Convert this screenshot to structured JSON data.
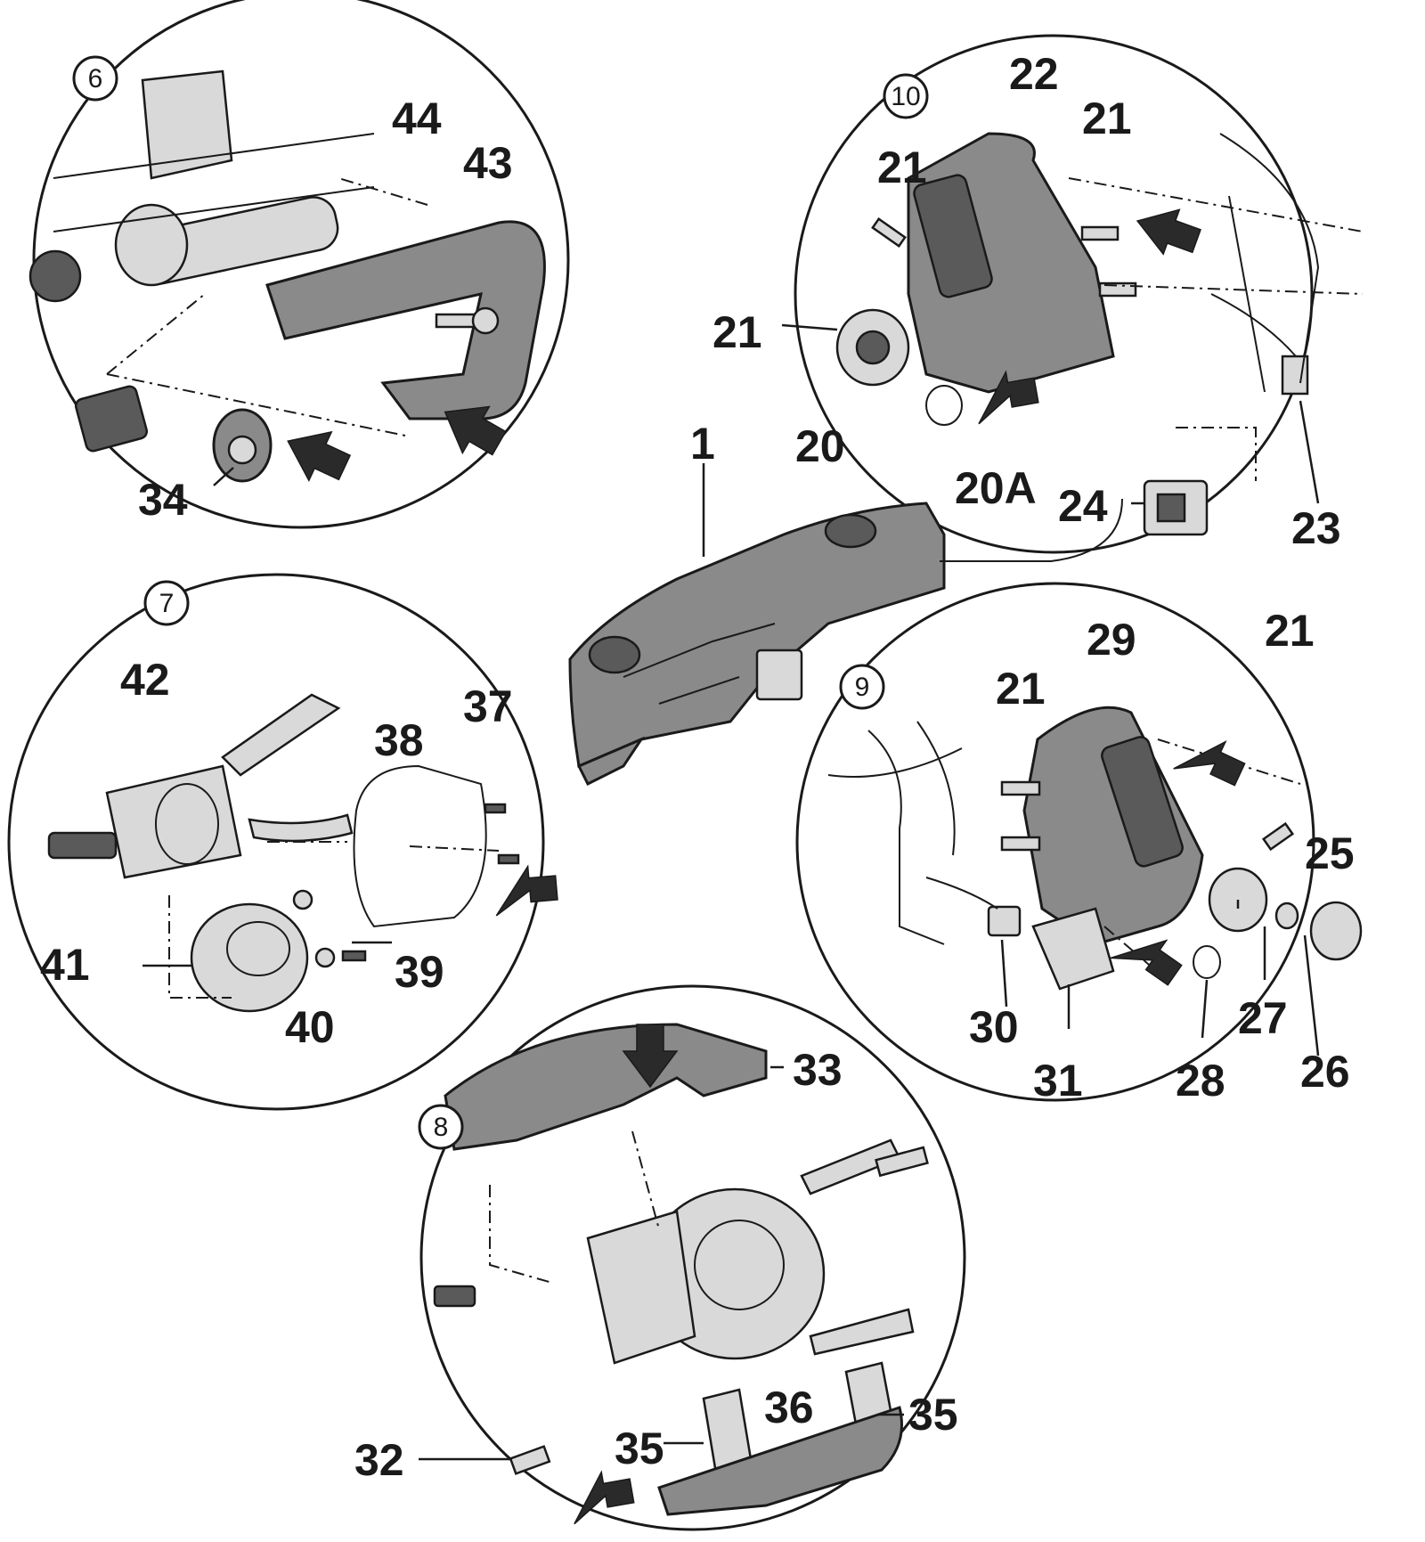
{
  "detail_views": [
    {
      "id": "6"
    },
    {
      "id": "7"
    },
    {
      "id": "8"
    },
    {
      "id": "9"
    },
    {
      "id": "10"
    }
  ],
  "callouts": {
    "p1": "1",
    "p20": "20",
    "p20a": "20A",
    "p21a": "21",
    "p21b": "21",
    "p21c": "21",
    "p21d": "21",
    "p21e": "21",
    "p22": "22",
    "p23": "23",
    "p24": "24",
    "p25": "25",
    "p26": "26",
    "p27": "27",
    "p28": "28",
    "p29": "29",
    "p30": "30",
    "p31": "31",
    "p32": "32",
    "p33": "33",
    "p34": "34",
    "p35a": "35",
    "p35b": "35",
    "p36": "36",
    "p37": "37",
    "p38": "38",
    "p39": "39",
    "p40": "40",
    "p41": "41",
    "p42": "42",
    "p43": "43",
    "p44": "44"
  }
}
